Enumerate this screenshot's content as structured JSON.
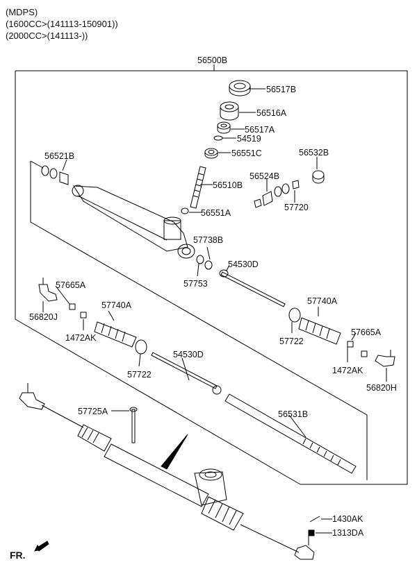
{
  "header": {
    "line1": "(MDPS)",
    "line2": "(1600CC>(141113-150901))",
    "line3": "(2000CC>(141113-))"
  },
  "assembly_label": "56500B",
  "parts": {
    "p56517B": "56517B",
    "p56516A": "56516A",
    "p56517A": "56517A",
    "p54519": "54519",
    "p56551C": "56551C",
    "p56521B": "56521B",
    "p56532B": "56532B",
    "p56524B": "56524B",
    "p56510B": "56510B",
    "p57720": "57720",
    "p56551A": "56551A",
    "p57738B": "57738B",
    "p54530D_1": "54530D",
    "p57753": "57753",
    "p57665A_L": "57665A",
    "p56820J": "56820J",
    "p57740A_L": "57740A",
    "p1472AK_L": "1472AK",
    "p57740A_R": "57740A",
    "p57722_R": "57722",
    "p57665A_R": "57665A",
    "p1472AK_R": "1472AK",
    "p56820H": "56820H",
    "p57722_L": "57722",
    "p54530D_2": "54530D",
    "p57725A": "57725A",
    "p56531B": "56531B",
    "p1430AK": "1430AK",
    "p1313DA": "1313DA"
  },
  "direction_label": "FR."
}
